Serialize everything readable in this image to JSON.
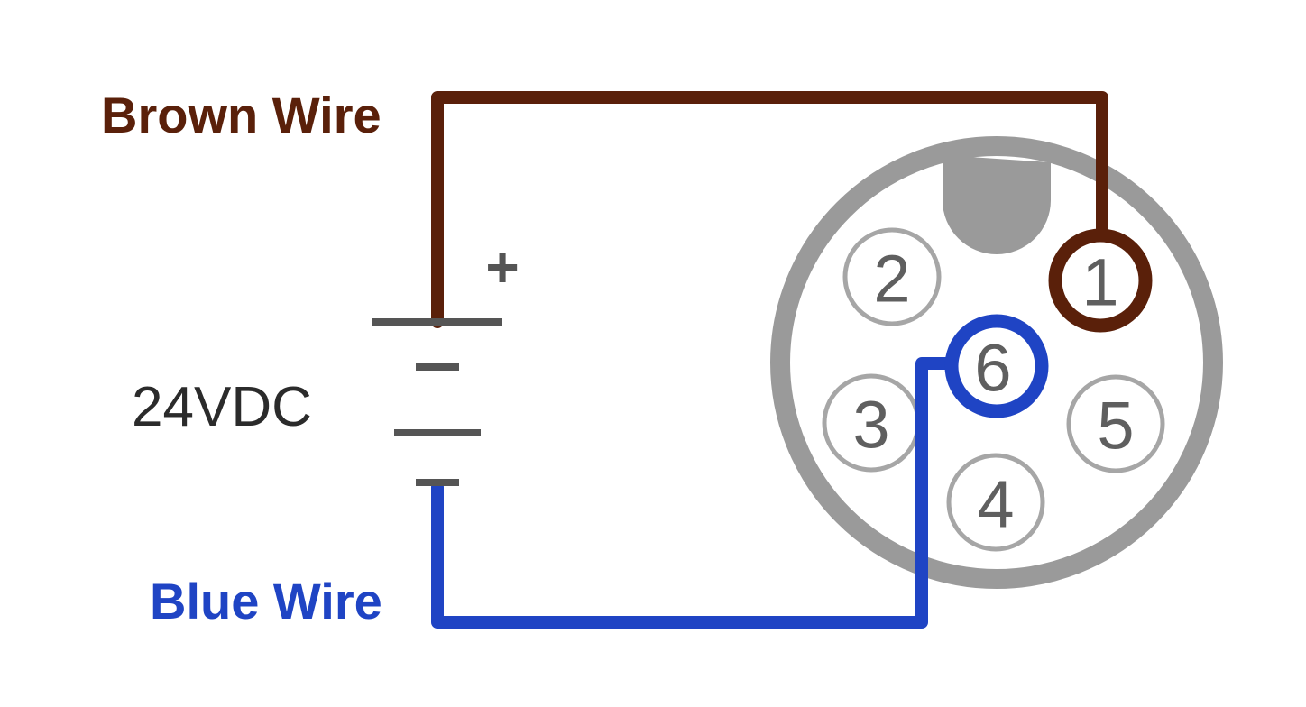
{
  "diagram": {
    "title": "24VDC wiring to 6-pin circular connector",
    "labels": {
      "brown_wire": "Brown Wire",
      "blue_wire": "Blue Wire",
      "supply": "24VDC",
      "positive_symbol": "+"
    },
    "colors": {
      "brown": "#5a200a",
      "blue": "#1f44c4",
      "battery": "#555555",
      "connector": "#9a9a9a",
      "pin_ring": "#a6a6a6",
      "pin_text": "#5f5f5f",
      "text_dark": "#2b2b2b"
    },
    "connector": {
      "pins": [
        {
          "id": "pin-1",
          "label": "1",
          "wire": "brown"
        },
        {
          "id": "pin-2",
          "label": "2",
          "wire": null
        },
        {
          "id": "pin-3",
          "label": "3",
          "wire": null
        },
        {
          "id": "pin-4",
          "label": "4",
          "wire": null
        },
        {
          "id": "pin-5",
          "label": "5",
          "wire": null
        },
        {
          "id": "pin-6",
          "label": "6",
          "wire": "blue"
        }
      ]
    },
    "connections": [
      {
        "from": "24VDC +",
        "to": "pin 1",
        "wire": "Brown Wire"
      },
      {
        "from": "24VDC -",
        "to": "pin 6",
        "wire": "Blue Wire"
      }
    ]
  }
}
